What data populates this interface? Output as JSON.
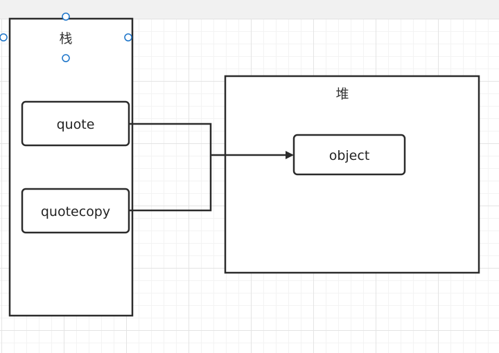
{
  "stack": {
    "title": "栈"
  },
  "heap": {
    "title": "堆"
  },
  "nodes": {
    "quote": "quote",
    "quotecopy": "quotecopy",
    "object": "object"
  },
  "colors": {
    "stroke": "#2b2b2b",
    "selection_handle": "#1a73c9",
    "grid_major": "#e4e4e4",
    "grid_minor": "#f3f3f3"
  }
}
